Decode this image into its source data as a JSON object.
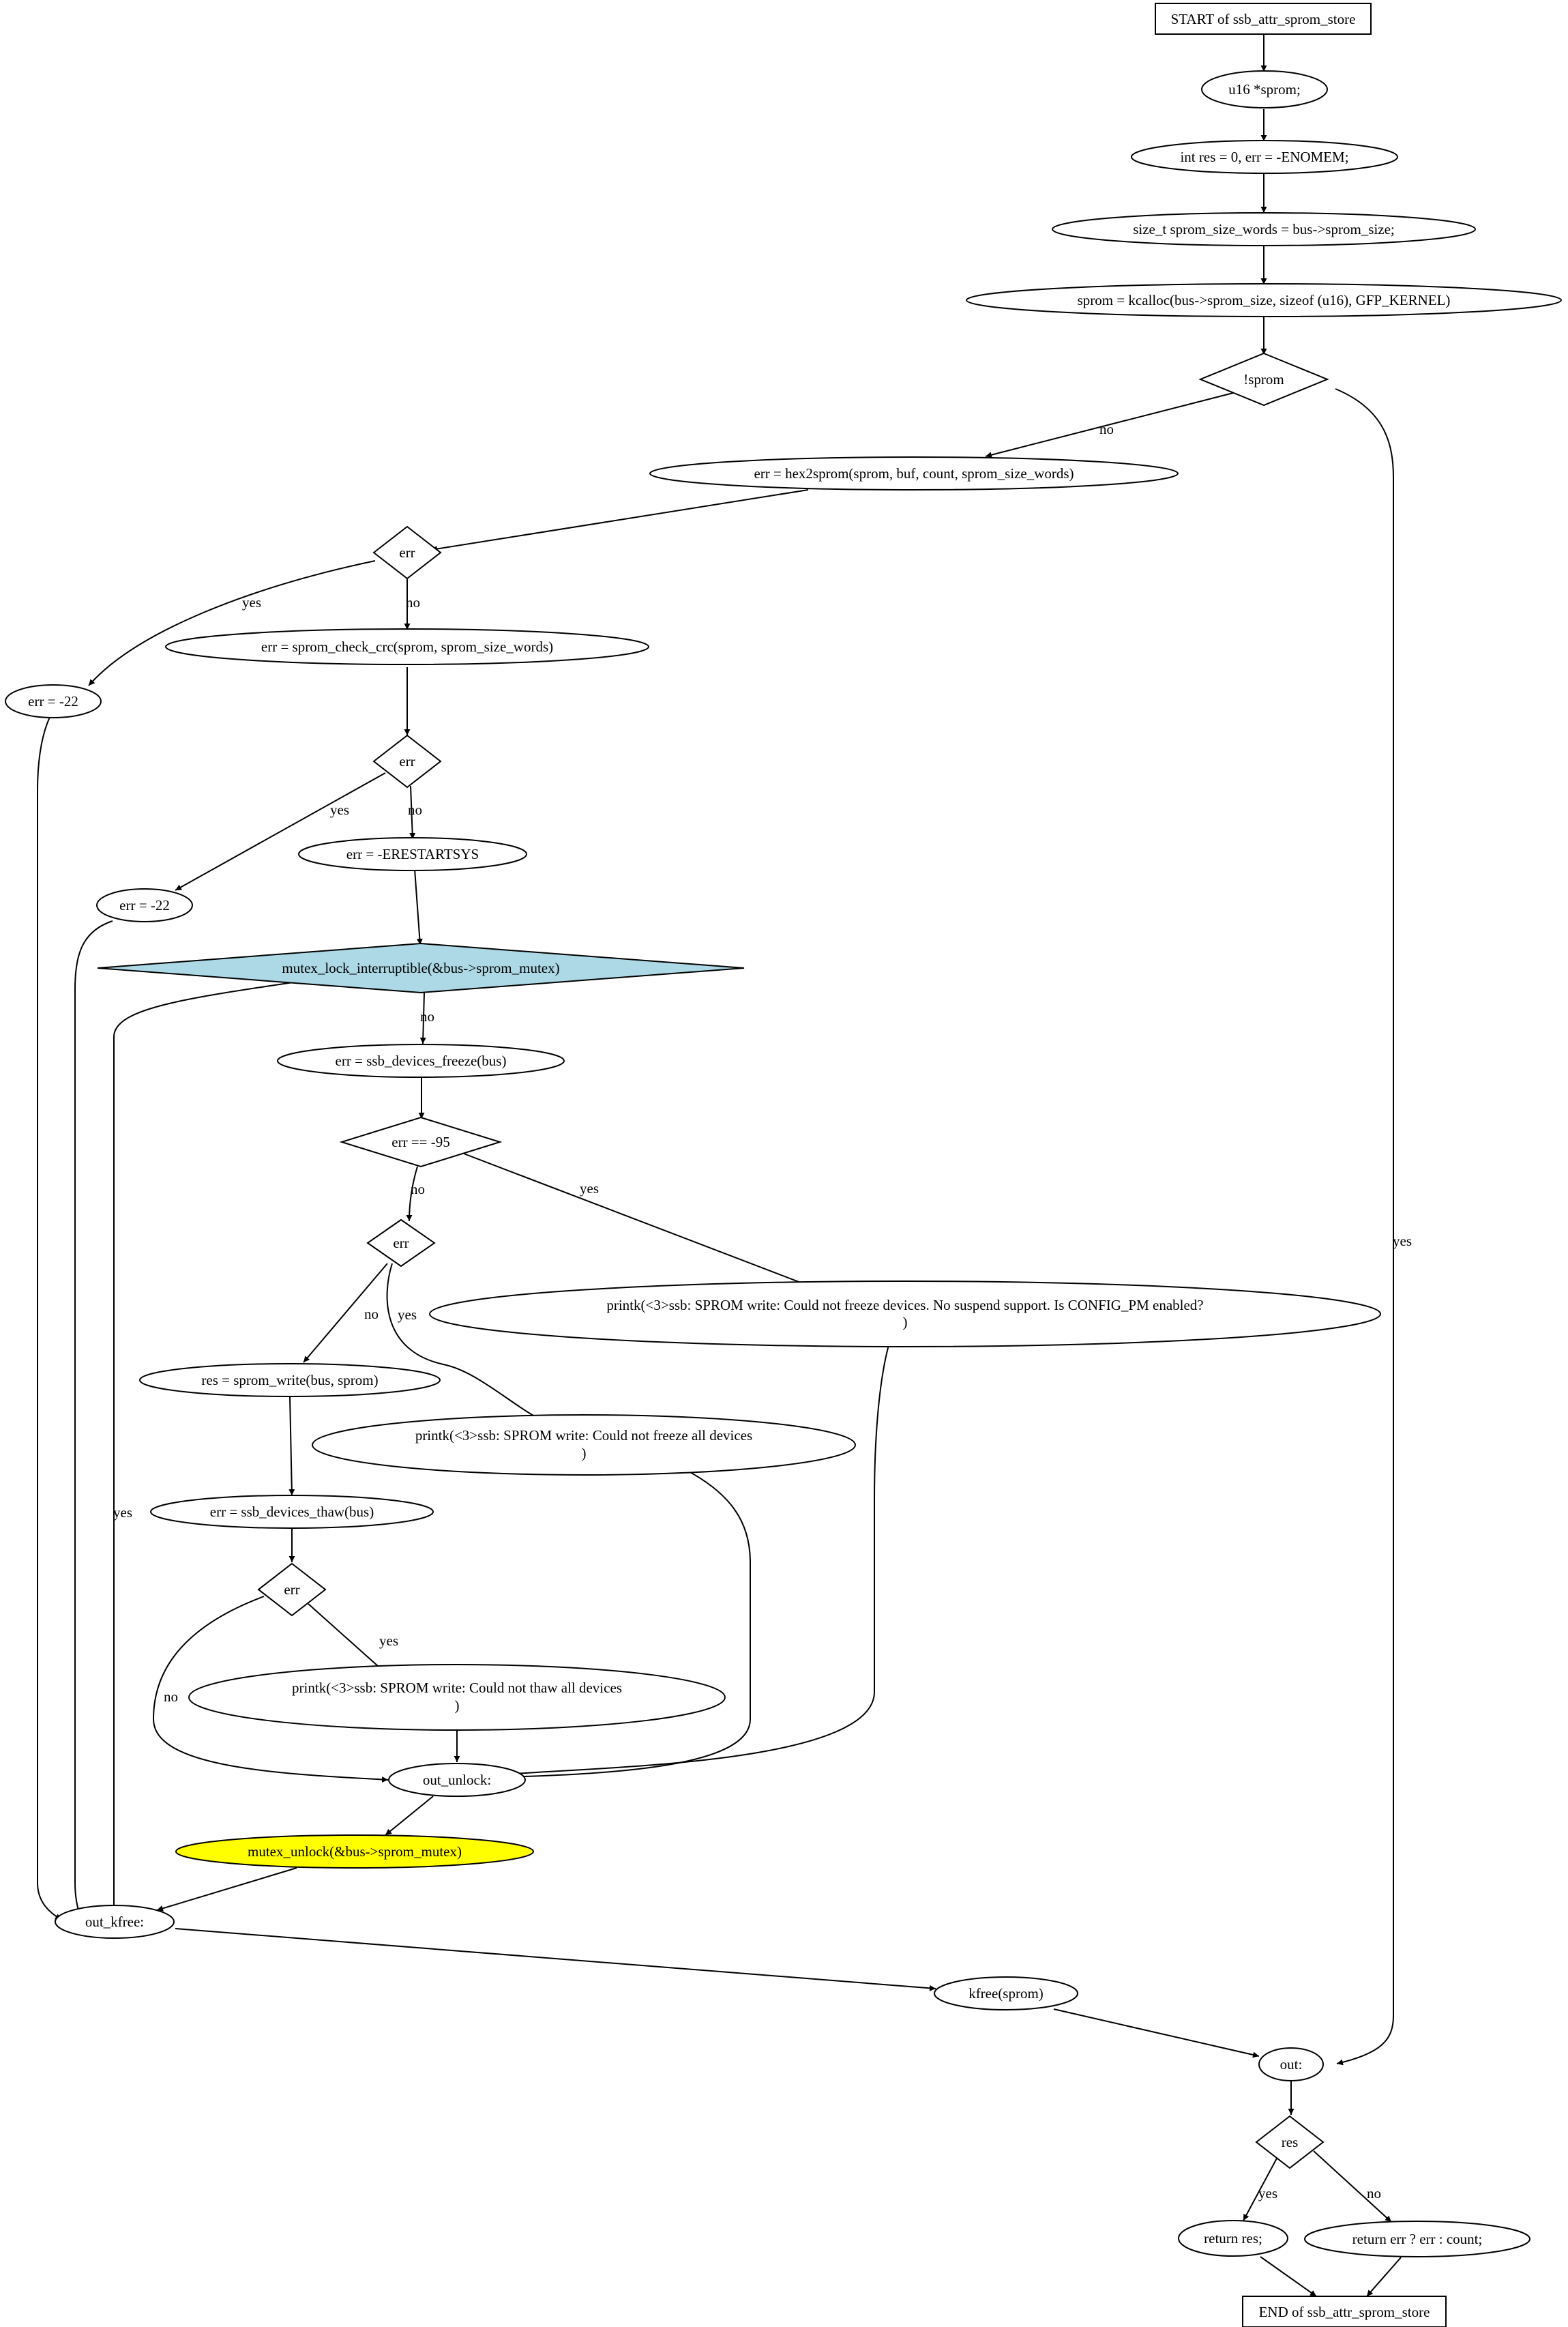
{
  "diagram": {
    "type": "flowchart",
    "colors": {
      "default_fill": "#ffffff",
      "highlight_lock": "#add8e6",
      "highlight_unlock": "#ffff00",
      "stroke": "#000000"
    },
    "nodes": {
      "start": {
        "lines": [
          "START of ssb_attr_sprom_store"
        ]
      },
      "decl_sprom": {
        "lines": [
          "u16 *sprom;"
        ]
      },
      "decl_res": {
        "lines": [
          "int res = 0, err = -ENOMEM;"
        ]
      },
      "decl_size": {
        "lines": [
          "size_t sprom_size_words = bus->sprom_size;"
        ]
      },
      "kcalloc": {
        "lines": [
          "sprom = kcalloc(bus->sprom_size, sizeof (u16), GFP_KERNEL)"
        ]
      },
      "cond_sprom": {
        "lines": [
          "!sprom"
        ]
      },
      "hex2sprom": {
        "lines": [
          "err = hex2sprom(sprom, buf, count, sprom_size_words)"
        ]
      },
      "cond_err1": {
        "lines": [
          "err"
        ]
      },
      "err22_a": {
        "lines": [
          "err = -22"
        ]
      },
      "check_crc": {
        "lines": [
          "err = sprom_check_crc(sprom, sprom_size_words)"
        ]
      },
      "cond_err2": {
        "lines": [
          "err"
        ]
      },
      "err22_b": {
        "lines": [
          "err = -22"
        ]
      },
      "erestart": {
        "lines": [
          "err = -ERESTARTSYS"
        ]
      },
      "mutex_lock": {
        "lines": [
          "mutex_lock_interruptible(&bus->sprom_mutex)"
        ]
      },
      "freeze": {
        "lines": [
          "err = ssb_devices_freeze(bus)"
        ]
      },
      "cond_95": {
        "lines": [
          "err == -95"
        ]
      },
      "cond_err3": {
        "lines": [
          "err"
        ]
      },
      "printk_nosusp": {
        "lines": [
          "printk(<3>ssb: SPROM write: Could not freeze devices. No suspend support. Is CONFIG_PM enabled?",
          ")"
        ]
      },
      "sprom_write": {
        "lines": [
          "res = sprom_write(bus, sprom)"
        ]
      },
      "printk_freeze": {
        "lines": [
          "printk(<3>ssb: SPROM write: Could not freeze all devices",
          ")"
        ]
      },
      "thaw": {
        "lines": [
          "err = ssb_devices_thaw(bus)"
        ]
      },
      "cond_err4": {
        "lines": [
          "err"
        ]
      },
      "printk_thaw": {
        "lines": [
          "printk(<3>ssb: SPROM write: Could not thaw all devices",
          ")"
        ]
      },
      "out_unlock": {
        "lines": [
          "out_unlock:"
        ]
      },
      "mutex_unlock": {
        "lines": [
          "mutex_unlock(&bus->sprom_mutex)"
        ]
      },
      "out_kfree": {
        "lines": [
          "out_kfree:"
        ]
      },
      "kfree": {
        "lines": [
          "kfree(sprom)"
        ]
      },
      "out": {
        "lines": [
          "out:"
        ]
      },
      "cond_res": {
        "lines": [
          "res"
        ]
      },
      "return_res": {
        "lines": [
          "return res;"
        ]
      },
      "return_err": {
        "lines": [
          "return err ? err : count;"
        ]
      },
      "end": {
        "lines": [
          "END of ssb_attr_sprom_store"
        ]
      }
    },
    "edge_labels": {
      "sprom_no": "no",
      "sprom_yes": "yes",
      "err1_yes": "yes",
      "err1_no": "no",
      "err2_yes": "yes",
      "err2_no": "no",
      "lock_no": "no",
      "lock_yes": "yes",
      "e95_no": "no",
      "e95_yes": "yes",
      "err3_no": "no",
      "err3_yes": "yes",
      "err4_yes": "yes",
      "err4_no": "no",
      "res_yes": "yes",
      "res_no": "no"
    }
  }
}
